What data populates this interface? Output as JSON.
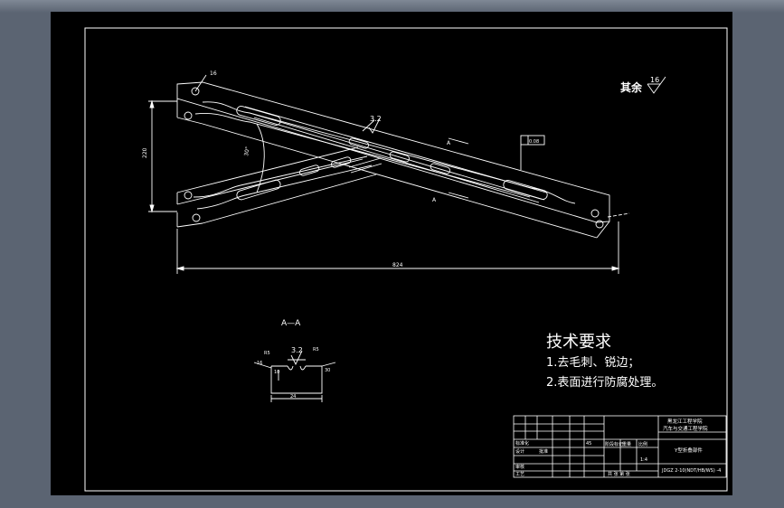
{
  "viewer": {
    "background_color": "#5b6472",
    "sheet_color": "#000000",
    "line_color": "#ffffff"
  },
  "drawing": {
    "roughness_rest": {
      "label": "其余",
      "value": "16"
    },
    "dimensions": {
      "hole_note": "16",
      "height": "220",
      "total_length": "824",
      "angle": "30°",
      "surface_roughness": "3.2",
      "flatness_box": "0.08",
      "section_mark_top": "A",
      "section_mark_bottom": "A"
    },
    "section": {
      "title": "A—A",
      "roughness": "3.2",
      "dims": [
        "R5",
        "16",
        "R5",
        "10",
        "24",
        "30"
      ]
    },
    "tech_requirements": {
      "title": "技术要求",
      "items": [
        "1.去毛刺、锐边；",
        "2.表面进行防腐处理。"
      ]
    },
    "title_block": {
      "school_line1": "黑龙江工程学院",
      "school_line2": "汽车与交通工程学院",
      "part_name": "Y型折叠部件",
      "drawing_no": "JDGZ 2-10(NDT/HB/WS) -4",
      "labels": {
        "designer": "设计",
        "review": "审核",
        "process": "工艺",
        "standard": "标准化",
        "approve": "批准",
        "stage": "阶段标记",
        "weight": "重量",
        "scale": "比例",
        "sheets": "共  张   第  张"
      },
      "scale_value": "1:4",
      "material": "45"
    }
  }
}
